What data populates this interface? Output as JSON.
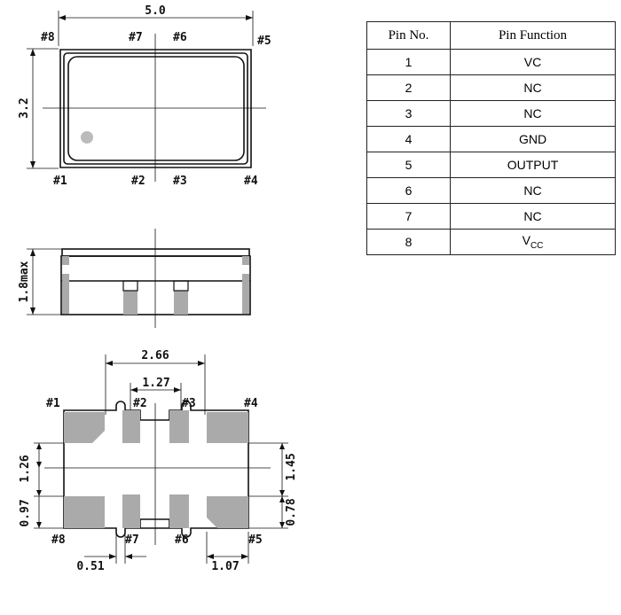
{
  "top_view": {
    "width_dim": "5.0",
    "height_dim": "3.2",
    "pins": {
      "p1": "#1",
      "p2": "#2",
      "p3": "#3",
      "p4": "#4",
      "p5": "#5",
      "p6": "#6",
      "p7": "#7",
      "p8": "#8"
    }
  },
  "side_view": {
    "height_dim": "1.8max"
  },
  "bottom_view": {
    "dim_top_outer": "2.66",
    "dim_top_inner": "1.27",
    "dim_left_upper": "1.26",
    "dim_left_lower": "0.97",
    "dim_right_upper": "1.45",
    "dim_right_lower": "0.78",
    "dim_bottom_left": "0.51",
    "dim_bottom_right": "1.07",
    "pins": {
      "p1": "#1",
      "p2": "#2",
      "p3": "#3",
      "p4": "#4",
      "p5": "#5",
      "p6": "#6",
      "p7": "#7",
      "p8": "#8"
    }
  },
  "pin_table": {
    "header_no": "Pin No.",
    "header_func": "Pin Function",
    "rows": [
      {
        "no": "1",
        "func": "VC"
      },
      {
        "no": "2",
        "func": "NC"
      },
      {
        "no": "3",
        "func": "NC"
      },
      {
        "no": "4",
        "func": "GND"
      },
      {
        "no": "5",
        "func": "OUTPUT"
      },
      {
        "no": "6",
        "func": "NC"
      },
      {
        "no": "7",
        "func": "NC"
      },
      {
        "no": "8",
        "func_main": "V",
        "func_sub": "CC"
      }
    ]
  }
}
